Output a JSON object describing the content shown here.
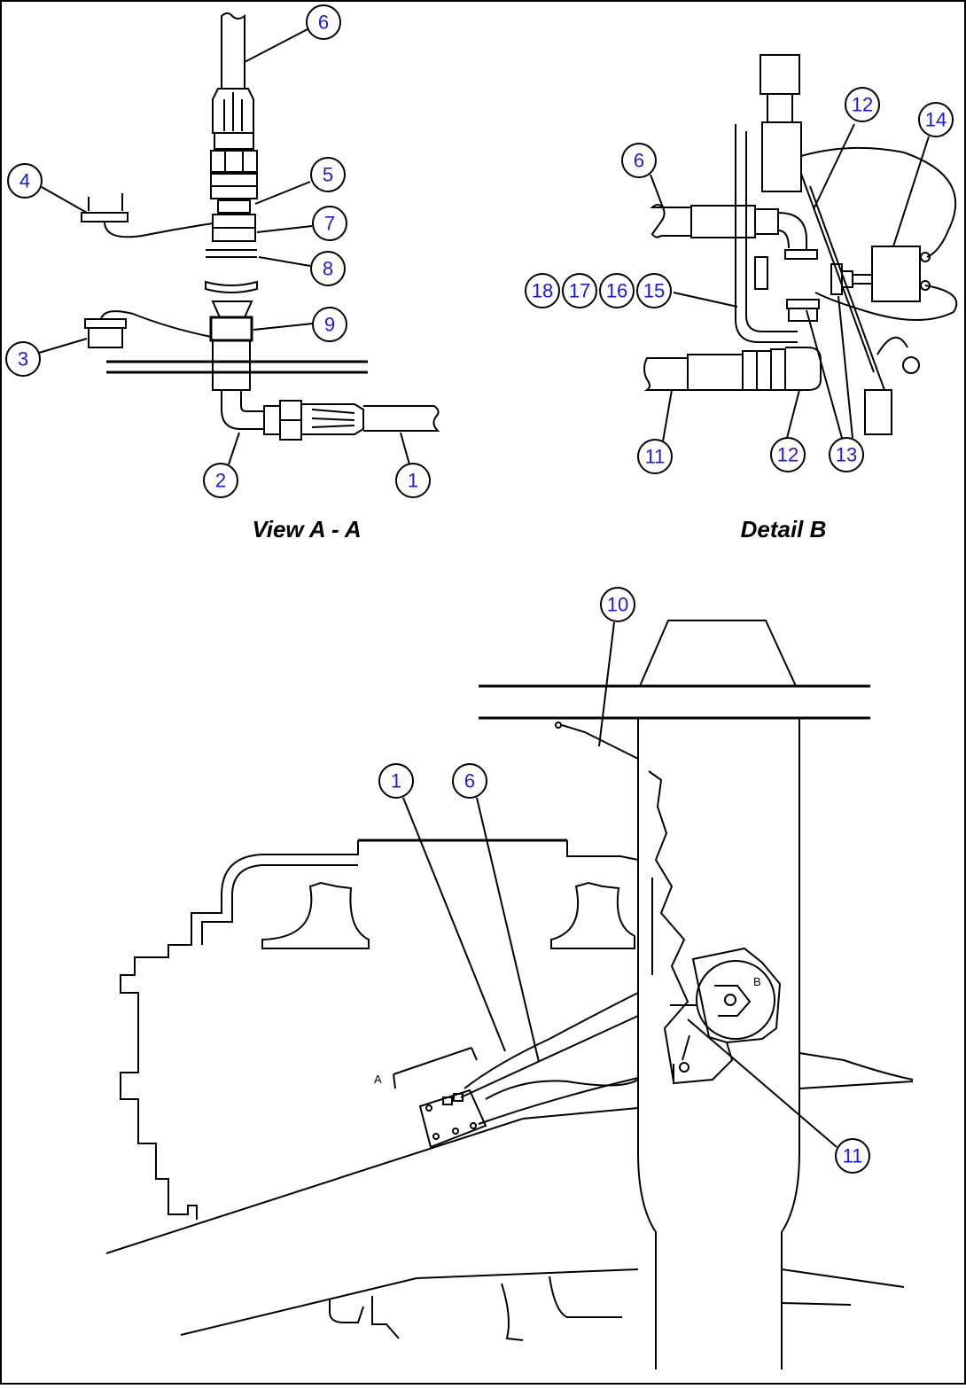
{
  "view_a": {
    "caption": "View A - A",
    "callouts": [
      "6",
      "5",
      "7",
      "8",
      "9",
      "4",
      "3",
      "2",
      "1"
    ]
  },
  "detail_b": {
    "caption": "Detail B",
    "callouts": [
      "6",
      "12",
      "14",
      "18",
      "17",
      "16",
      "15",
      "11",
      "12",
      "13"
    ]
  },
  "main_view": {
    "callouts": [
      "10",
      "1",
      "6",
      "11"
    ],
    "section_letter_a": "A",
    "detail_letter_b": "B"
  },
  "colors": {
    "callout_text": "#1a1ae6",
    "line": "#000000",
    "background": "#ffffff"
  }
}
